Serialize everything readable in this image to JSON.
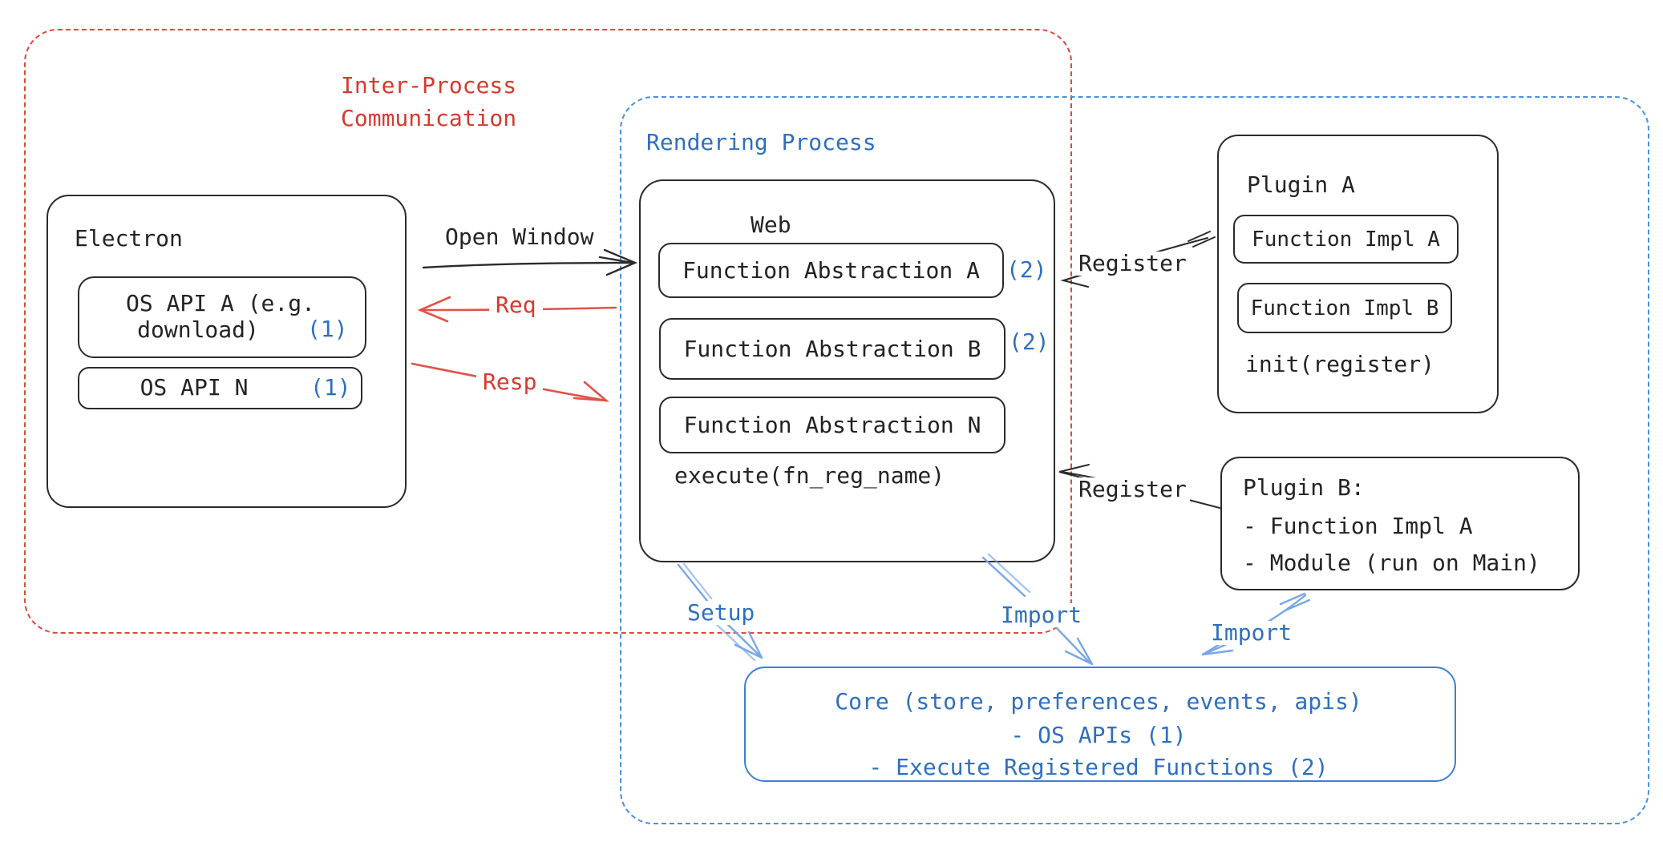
{
  "ipc": {
    "label_line1": "Inter-Process",
    "label_line2": "Communication"
  },
  "rendering": {
    "label": "Rendering Process"
  },
  "electron": {
    "title": "Electron",
    "os_api_a_line1": "OS API A (e.g.",
    "os_api_a_line2": "download)",
    "os_api_a_badge": "(1)",
    "os_api_n": "OS API N",
    "os_api_n_badge": "(1)"
  },
  "web": {
    "title": "Web",
    "fa_a": "Function Abstraction A",
    "fa_a_badge": "(2)",
    "fa_b": "Function Abstraction B",
    "fa_b_badge": "(2)",
    "fa_n": "Function Abstraction N",
    "execute": "execute(fn_reg_name)"
  },
  "plugin_a": {
    "title": "Plugin A",
    "impl_a": "Function Impl A",
    "impl_b": "Function Impl B",
    "init": "init(register)"
  },
  "plugin_b": {
    "title": "Plugin B:",
    "item1": "- Function Impl A",
    "item2": "- Module (run on Main)"
  },
  "core": {
    "line1": "Core (store, preferences, events, apis)",
    "line2": "- OS APIs (1)",
    "line3": "- Execute Registered Functions (2)"
  },
  "arrows": {
    "open_window": "Open Window",
    "req": "Req",
    "resp": "Resp",
    "register1": "Register",
    "register2": "Register",
    "setup": "Setup",
    "import1": "Import",
    "import2": "Import"
  },
  "colors": {
    "red": "#d6392e",
    "red_arrow": "#e05247",
    "blue_text": "#2e6fbe",
    "blue_dash": "#4a8fe0",
    "blue_arrow": "#79a7e6",
    "ink": "#2b2b2b",
    "core_border": "#3d7fd1"
  }
}
